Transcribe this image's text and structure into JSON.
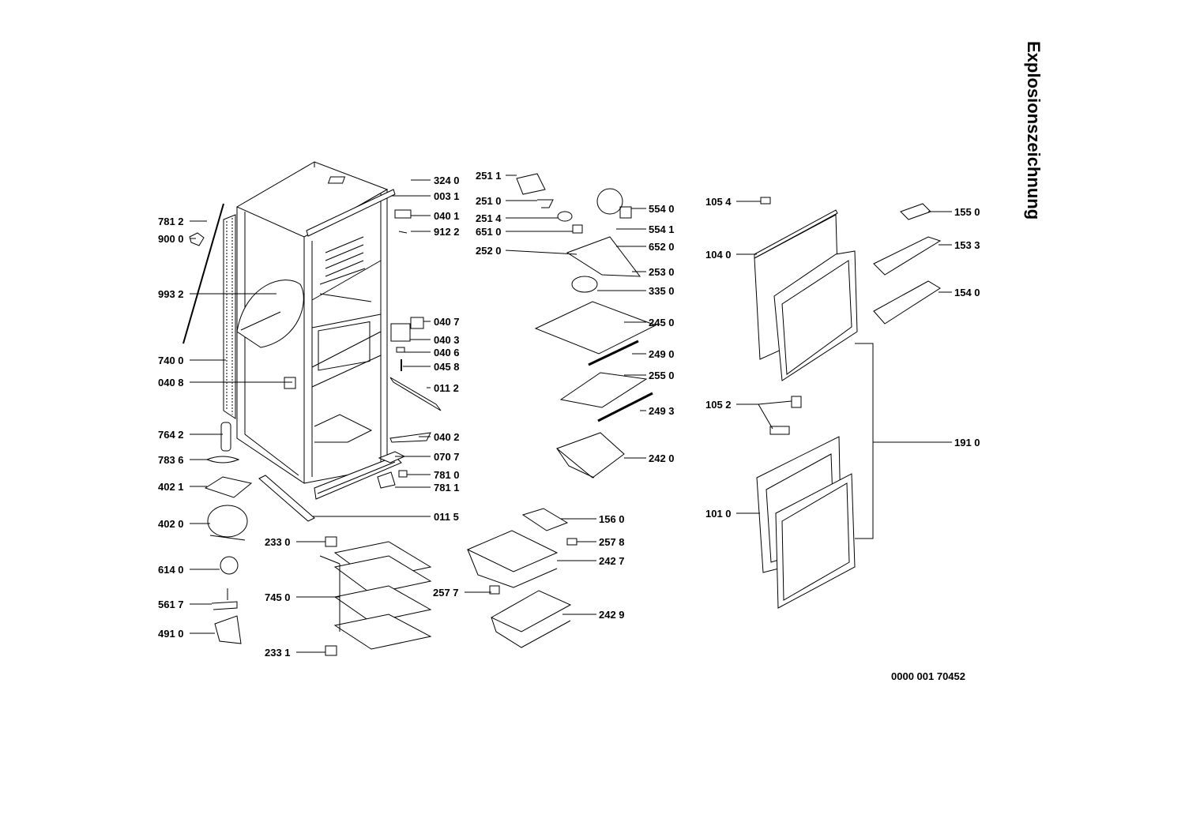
{
  "title": "Explosionszeichnung",
  "document_number": "0000 001 70452",
  "parts": {
    "p3240": "324 0",
    "p0031": "003 1",
    "p0401": "040 1",
    "p9122": "912 2",
    "p7812": "781 2",
    "p9000": "900 0",
    "p9932": "993 2",
    "p7400": "740 0",
    "p0408": "040 8",
    "p7642": "764 2",
    "p7836": "783 6",
    "p4021": "402 1",
    "p4020": "402 0",
    "p6140": "614 0",
    "p5617": "561 7",
    "p4910": "491 0",
    "p0407": "040 7",
    "p0403": "040 3",
    "p0406": "040 6",
    "p0458": "045 8",
    "p0112": "011 2",
    "p0402": "040 2",
    "p0707": "070 7",
    "p7810": "781 0",
    "p7811": "781 1",
    "p0115": "011 5",
    "p2330": "233 0",
    "p7450": "745 0",
    "p2331": "233 1",
    "p2511": "251 1",
    "p2510": "251 0",
    "p2514": "251 4",
    "p6510": "651 0",
    "p2520": "252 0",
    "p5540": "554 0",
    "p5541": "554 1",
    "p6520": "652 0",
    "p2530": "253 0",
    "p3350": "335 0",
    "p2450": "245 0",
    "p2490": "249 0",
    "p2550": "255 0",
    "p2493": "249 3",
    "p2420": "242 0",
    "p1560": "156 0",
    "p2578": "257 8",
    "p2427": "242 7",
    "p2577": "257 7",
    "p2429": "242 9",
    "p1054": "105 4",
    "p1040": "104 0",
    "p1052": "105 2",
    "p1010": "101 0",
    "p1550": "155 0",
    "p1533": "153 3",
    "p1540": "154 0",
    "p1910": "191 0"
  }
}
